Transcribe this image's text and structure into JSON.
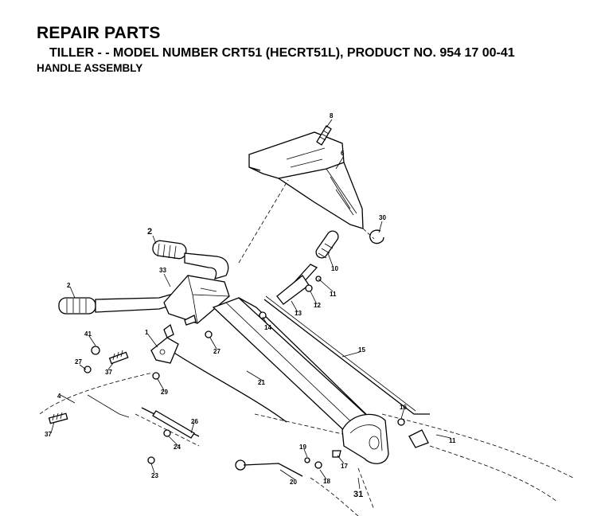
{
  "header": {
    "title": "REPAIR PARTS",
    "subtitle": "TILLER - - MODEL NUMBER CRT51 (HECRT51L), PRODUCT NO. 954 17 00-41",
    "section": "HANDLE ASSEMBLY"
  },
  "callouts": [
    "8",
    "6",
    "30",
    "2",
    "10",
    "33",
    "11",
    "12",
    "13",
    "2",
    "14",
    "41",
    "1",
    "27",
    "15",
    "27",
    "37",
    "21",
    "29",
    "4",
    "16",
    "26",
    "37",
    "11",
    "24",
    "19",
    "17",
    "23",
    "20",
    "18",
    "31"
  ]
}
